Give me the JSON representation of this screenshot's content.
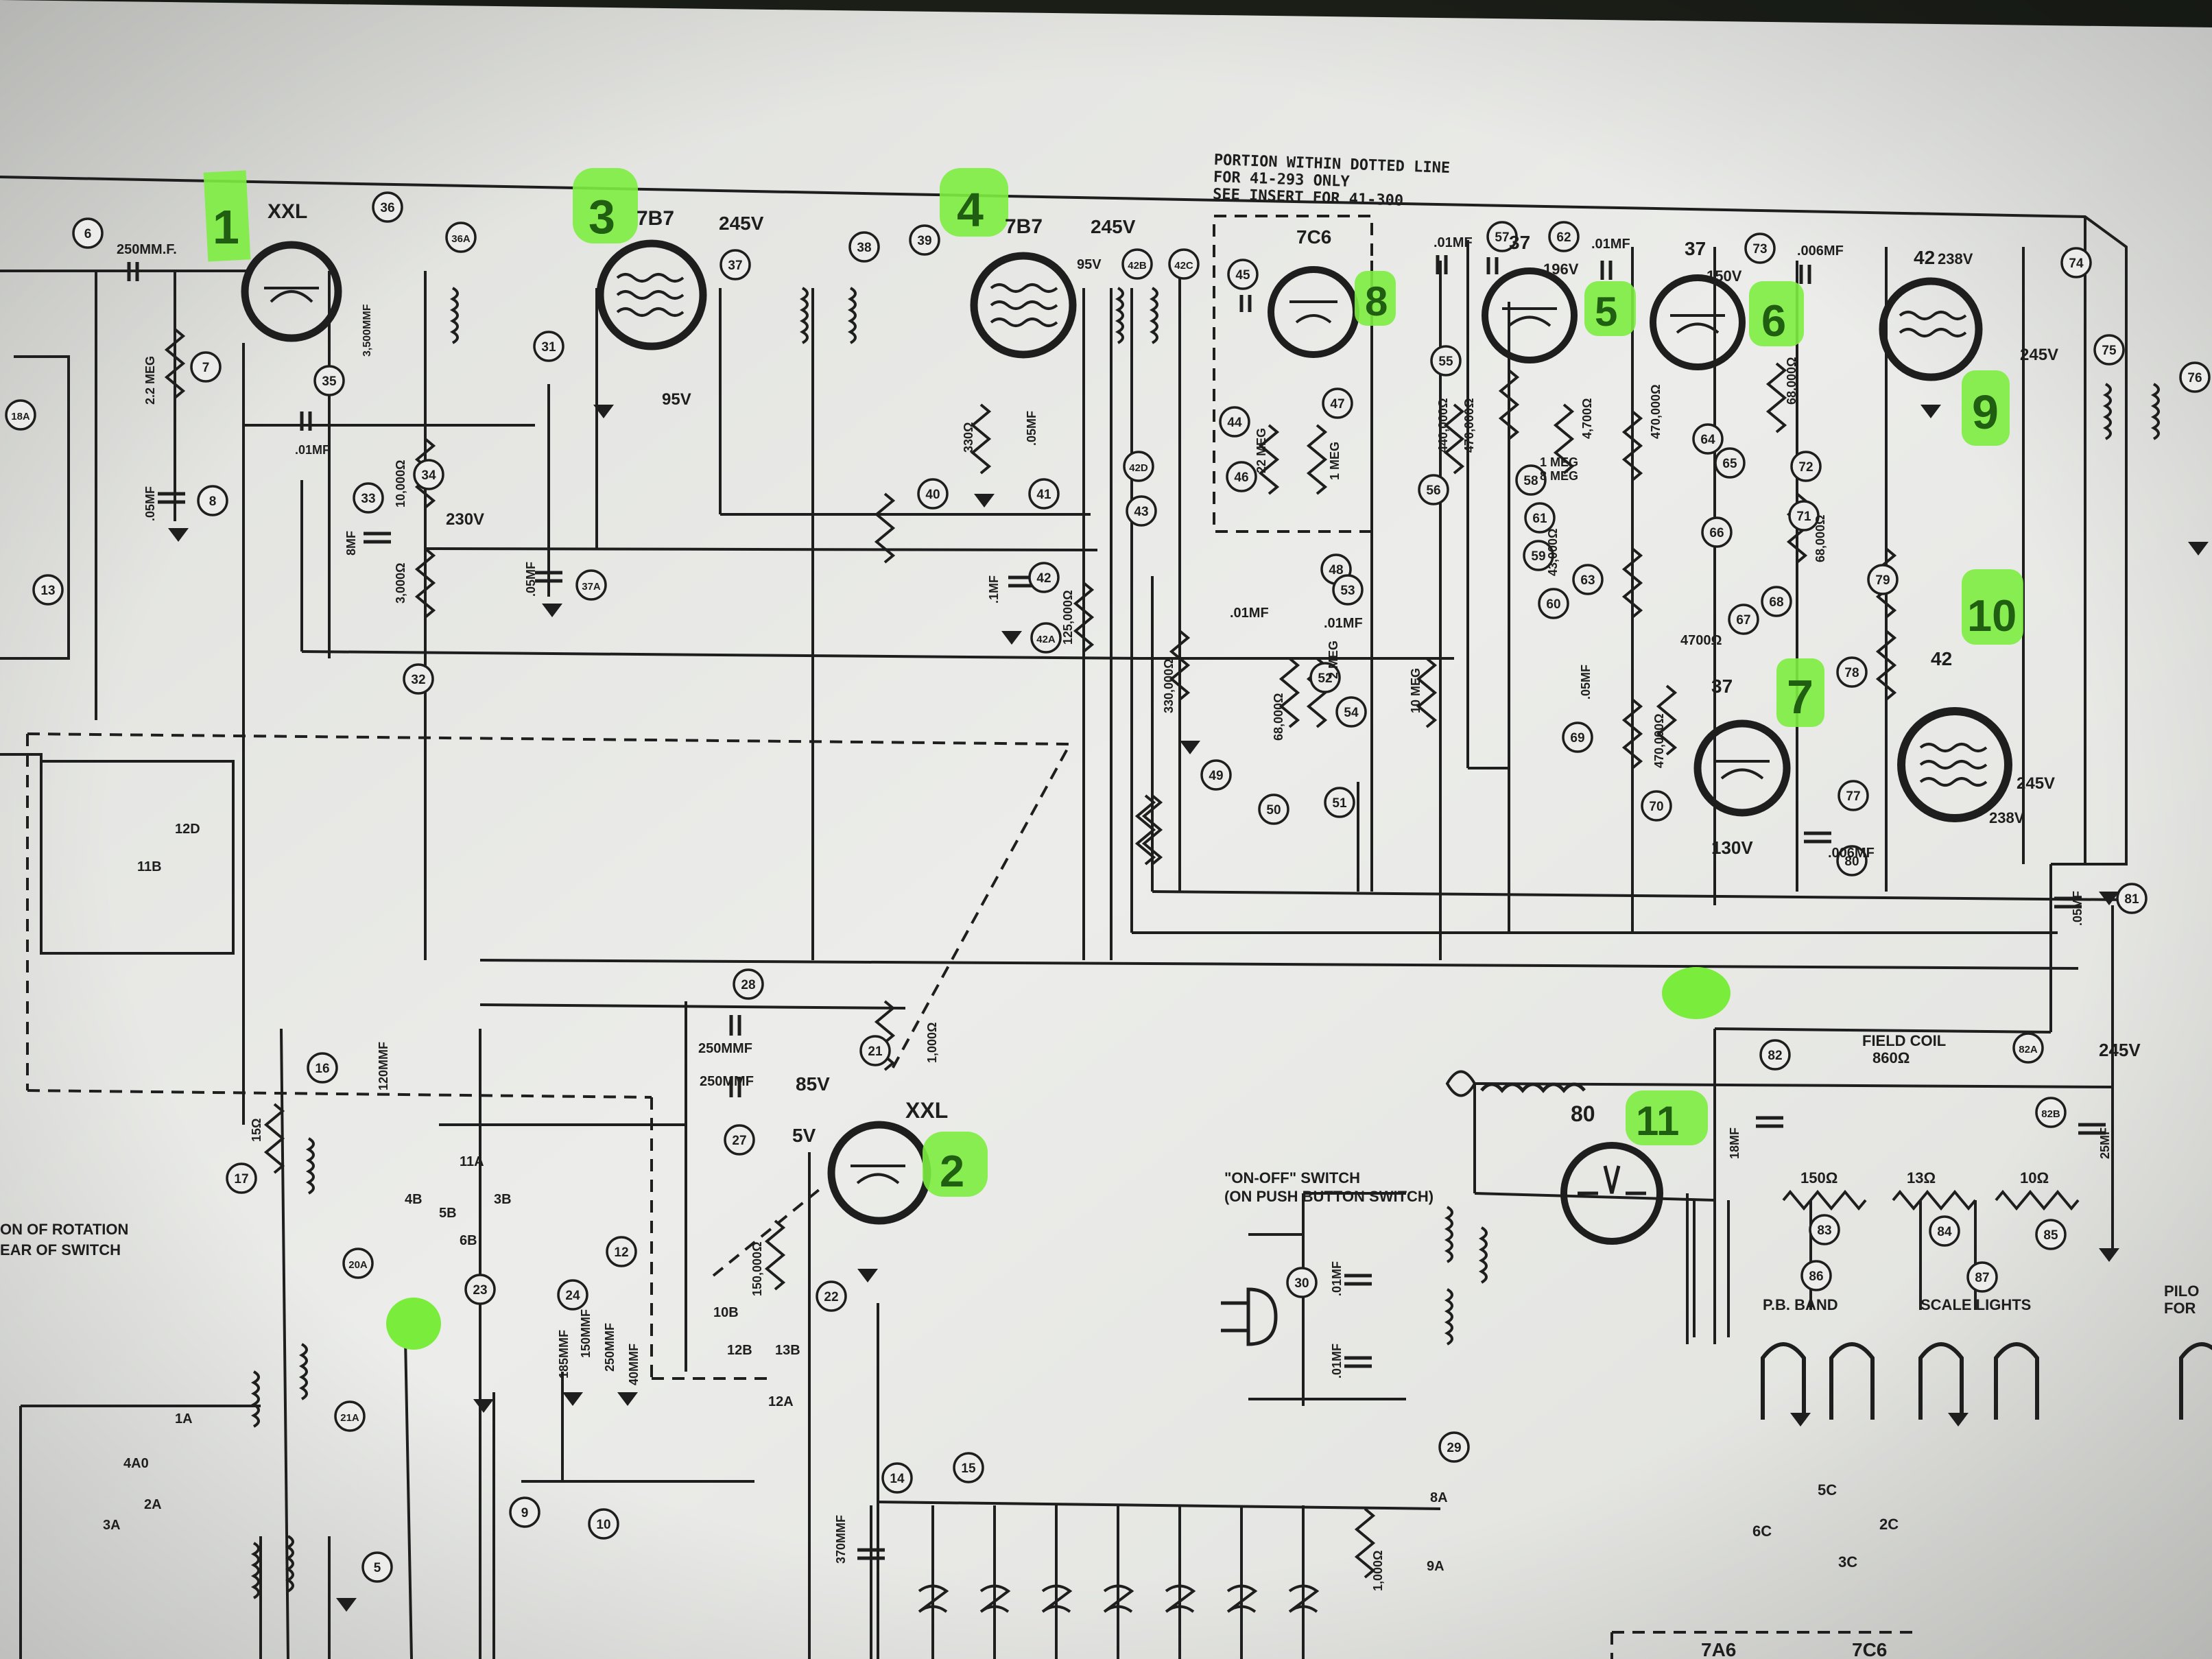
{
  "note": {
    "line1": "PORTION WITHIN DOTTED LINE",
    "line2": "FOR 41-293 ONLY",
    "line3": "SEE INSERT FOR 41-300"
  },
  "colors": {
    "paper": "#e6e7e3",
    "ink": "#1e1e1e",
    "highlight": "#79ec3c",
    "background": "#1b1f18"
  },
  "tubes": [
    {
      "id": "t1",
      "type": "XXL",
      "marker": "1",
      "volt": ""
    },
    {
      "id": "t3",
      "type": "7B7",
      "marker": "3",
      "volt": "245V"
    },
    {
      "id": "t4",
      "type": "7B7",
      "marker": "4",
      "volt": "245V"
    },
    {
      "id": "t8",
      "type": "7C6",
      "marker": "8",
      "volt": ""
    },
    {
      "id": "t5",
      "type": "37",
      "marker": "5",
      "volt": "196V"
    },
    {
      "id": "t6",
      "type": "37",
      "marker": "6",
      "volt": "150V"
    },
    {
      "id": "t9",
      "type": "42",
      "marker": "9",
      "volt": "238V"
    },
    {
      "id": "t7",
      "type": "37",
      "marker": "7",
      "volt": "130V"
    },
    {
      "id": "t10",
      "type": "42",
      "marker": "10",
      "volt": "245V"
    },
    {
      "id": "t2",
      "type": "XXL",
      "marker": "2",
      "volt": "85V"
    },
    {
      "id": "t11",
      "type": "80",
      "marker": "11",
      "volt": ""
    }
  ],
  "component_refs": [
    "6",
    "7",
    "8",
    "35",
    "33",
    "34",
    "32",
    "36",
    "36A",
    "31",
    "37",
    "37A",
    "38",
    "39",
    "40",
    "41",
    "42",
    "42A",
    "42B",
    "42C",
    "42D",
    "43",
    "44",
    "45",
    "46",
    "47",
    "48",
    "49",
    "50",
    "51",
    "52",
    "53",
    "54",
    "55",
    "56",
    "57",
    "58",
    "59",
    "60",
    "61",
    "62",
    "63",
    "64",
    "65",
    "66",
    "67",
    "68",
    "69",
    "70",
    "71",
    "72",
    "73",
    "74",
    "75",
    "76",
    "77",
    "78",
    "79",
    "80",
    "81",
    "82",
    "82A",
    "82B",
    "83",
    "84",
    "85",
    "86",
    "87",
    "30",
    "29",
    "28",
    "27",
    "21",
    "22",
    "23",
    "24",
    "12",
    "14",
    "15",
    "16",
    "17",
    "20A",
    "21A",
    "5",
    "9",
    "10",
    "18A",
    "13"
  ],
  "values": {
    "c6": "250MM.F.",
    "r7": "2.2 MEG",
    "c8": ".05MF",
    "c35": ".01MF",
    "c36": "3,500MMF",
    "r34": "10,000Ω",
    "v230": "230V",
    "r32": "3,000Ω",
    "c33": "8MF",
    "c31": ".05MF",
    "v95a": "95V",
    "v95b": "95V",
    "r38": "330Ω",
    "c39": ".05MF",
    "c40": ".1MF",
    "r41": "125,000Ω",
    "c58": ".01MF",
    "c61": ".01MF",
    "c75": ".006MF",
    "r_a": "22 MEG",
    "r_b": "1 MEG",
    "r47": "330,000Ω",
    "r48": "68,000Ω",
    "r52": "10 MEG",
    "r53": "440,000Ω",
    "r54": "470,000Ω",
    "r59": "8 MEG",
    "r60": "1 MEG",
    "r63": "43,000Ω",
    "r64": "4,700Ω",
    "r65": "470,000Ω",
    "r66": "4700Ω",
    "r68": "470,000Ω",
    "r73": "68,000Ω",
    "r74": "68,000Ω",
    "c70": ".006MF",
    "c30": "250MMF",
    "c29": "250MMF",
    "r28": "1,000Ω",
    "r27": "150,000Ω",
    "c14": "120MMF",
    "c78": ".05MF",
    "field_coil": "FIELD COIL",
    "field_ohm": "860Ω",
    "r82a": "150Ω",
    "r82b": "13Ω",
    "r82": "10Ω",
    "c83": "18MF",
    "c80": "25MF",
    "v245": "245V",
    "v245b": "245V",
    "v238": "238V",
    "v130": "130V",
    "v5": "5V",
    "v85": "85V",
    "onoff1": "\"ON-OFF\" SWITCH",
    "onoff2": "(ON PUSH BUTTON SWITCH)",
    "rotation1": "ON OF ROTATION",
    "rotation2": "EAR OF SWITCH",
    "band_label": "P.B. BAND",
    "scale_label": "SCALE LIGHTS",
    "pilot_label": "PILO",
    "pilot_label2": "FOR",
    "insert_label": "7A6",
    "insert_label2": "7C6",
    "sw_6c": "6C",
    "sw_3c": "3C",
    "sw_2c": "2C",
    "sw_5c": "5C",
    "sw_4a0": "4A0",
    "sw_3a": "3A",
    "sw_1a": "1A",
    "sw_2a": "2A",
    "sw_11b": "11B",
    "sw_12d": "12D",
    "sw_11a": "11A",
    "sw_3b": "3B",
    "sw_4b": "4B",
    "sw_5b": "5B",
    "sw_6b": "6B",
    "sw_8a": "8A",
    "sw_9a": "9A",
    "sw_10b": "10B",
    "sw_12b": "12B",
    "sw_13b": "13B",
    "sw_12a": "12A",
    "c_a": "150MMF",
    "c_b": "250MMF",
    "c_c": "370MMF",
    "c_d": "40MMF",
    "c_e": ".01MF",
    "c_f": ".01MF",
    "c_g": ".01MF",
    "c_h": ".01MF",
    "c_i": ".05MF",
    "c_j": "2 MEG",
    "c_k": "185MMF",
    "r_l": "15Ω",
    "r_m": "1,000Ω"
  }
}
